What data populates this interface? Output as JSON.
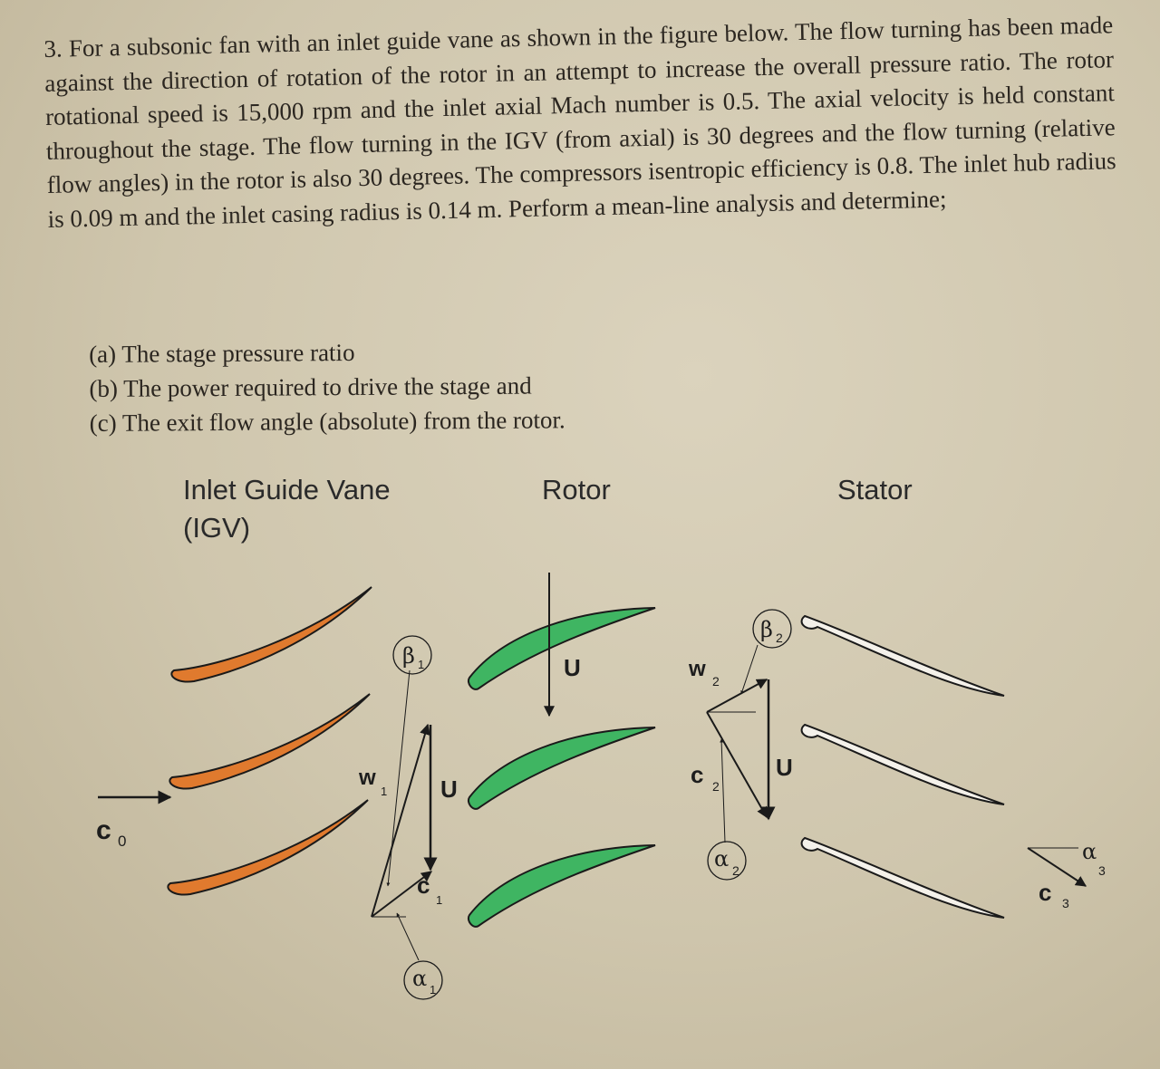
{
  "problem": {
    "text": "3. For a subsonic fan with an inlet guide vane as shown in the figure below. The flow turning has been made against the direction of rotation of the rotor in an attempt to increase the overall pressure ratio. The rotor rotational speed is 15,000 rpm and the inlet axial Mach number is 0.5. The axial velocity is held constant throughout the stage. The flow turning in the IGV (from axial) is 30 degrees and the flow turning (relative flow angles) in the rotor is also 30 degrees. The compressors isentropic efficiency is 0.8. The inlet hub radius is 0.09 m and the inlet casing radius is 0.14 m. Perform a mean-line analysis and determine;"
  },
  "questions": [
    "(a) The stage pressure ratio",
    "(b) The power required to drive the stage and",
    "(c) The exit flow angle (absolute) from the rotor."
  ],
  "figure": {
    "labels": {
      "igv": "Inlet Guide Vane",
      "igv_abbr": "(IGV)",
      "rotor": "Rotor",
      "stator": "Stator"
    },
    "symbols": {
      "c0": "c",
      "c0_sub": "0",
      "w1": "w",
      "w1_sub": "1",
      "u1": "U",
      "beta1": "β",
      "beta1_sub": "1",
      "c1": "c",
      "c1_sub": "1",
      "alpha1": "α",
      "alpha1_sub": "1",
      "u_rotor": "U",
      "w2": "w",
      "w2_sub": "2",
      "beta2": "β",
      "beta2_sub": "2",
      "u2": "U",
      "c2": "c",
      "c2_sub": "2",
      "alpha2": "α",
      "alpha2_sub": "2",
      "alpha3": "α",
      "alpha3_sub": "3",
      "c3": "c",
      "c3_sub": "3"
    },
    "colors": {
      "igv_blade": "#e07a2e",
      "rotor_blade": "#3fb562",
      "stator_blade": "#f4f1ea",
      "outline": "#1a1a1a"
    }
  }
}
